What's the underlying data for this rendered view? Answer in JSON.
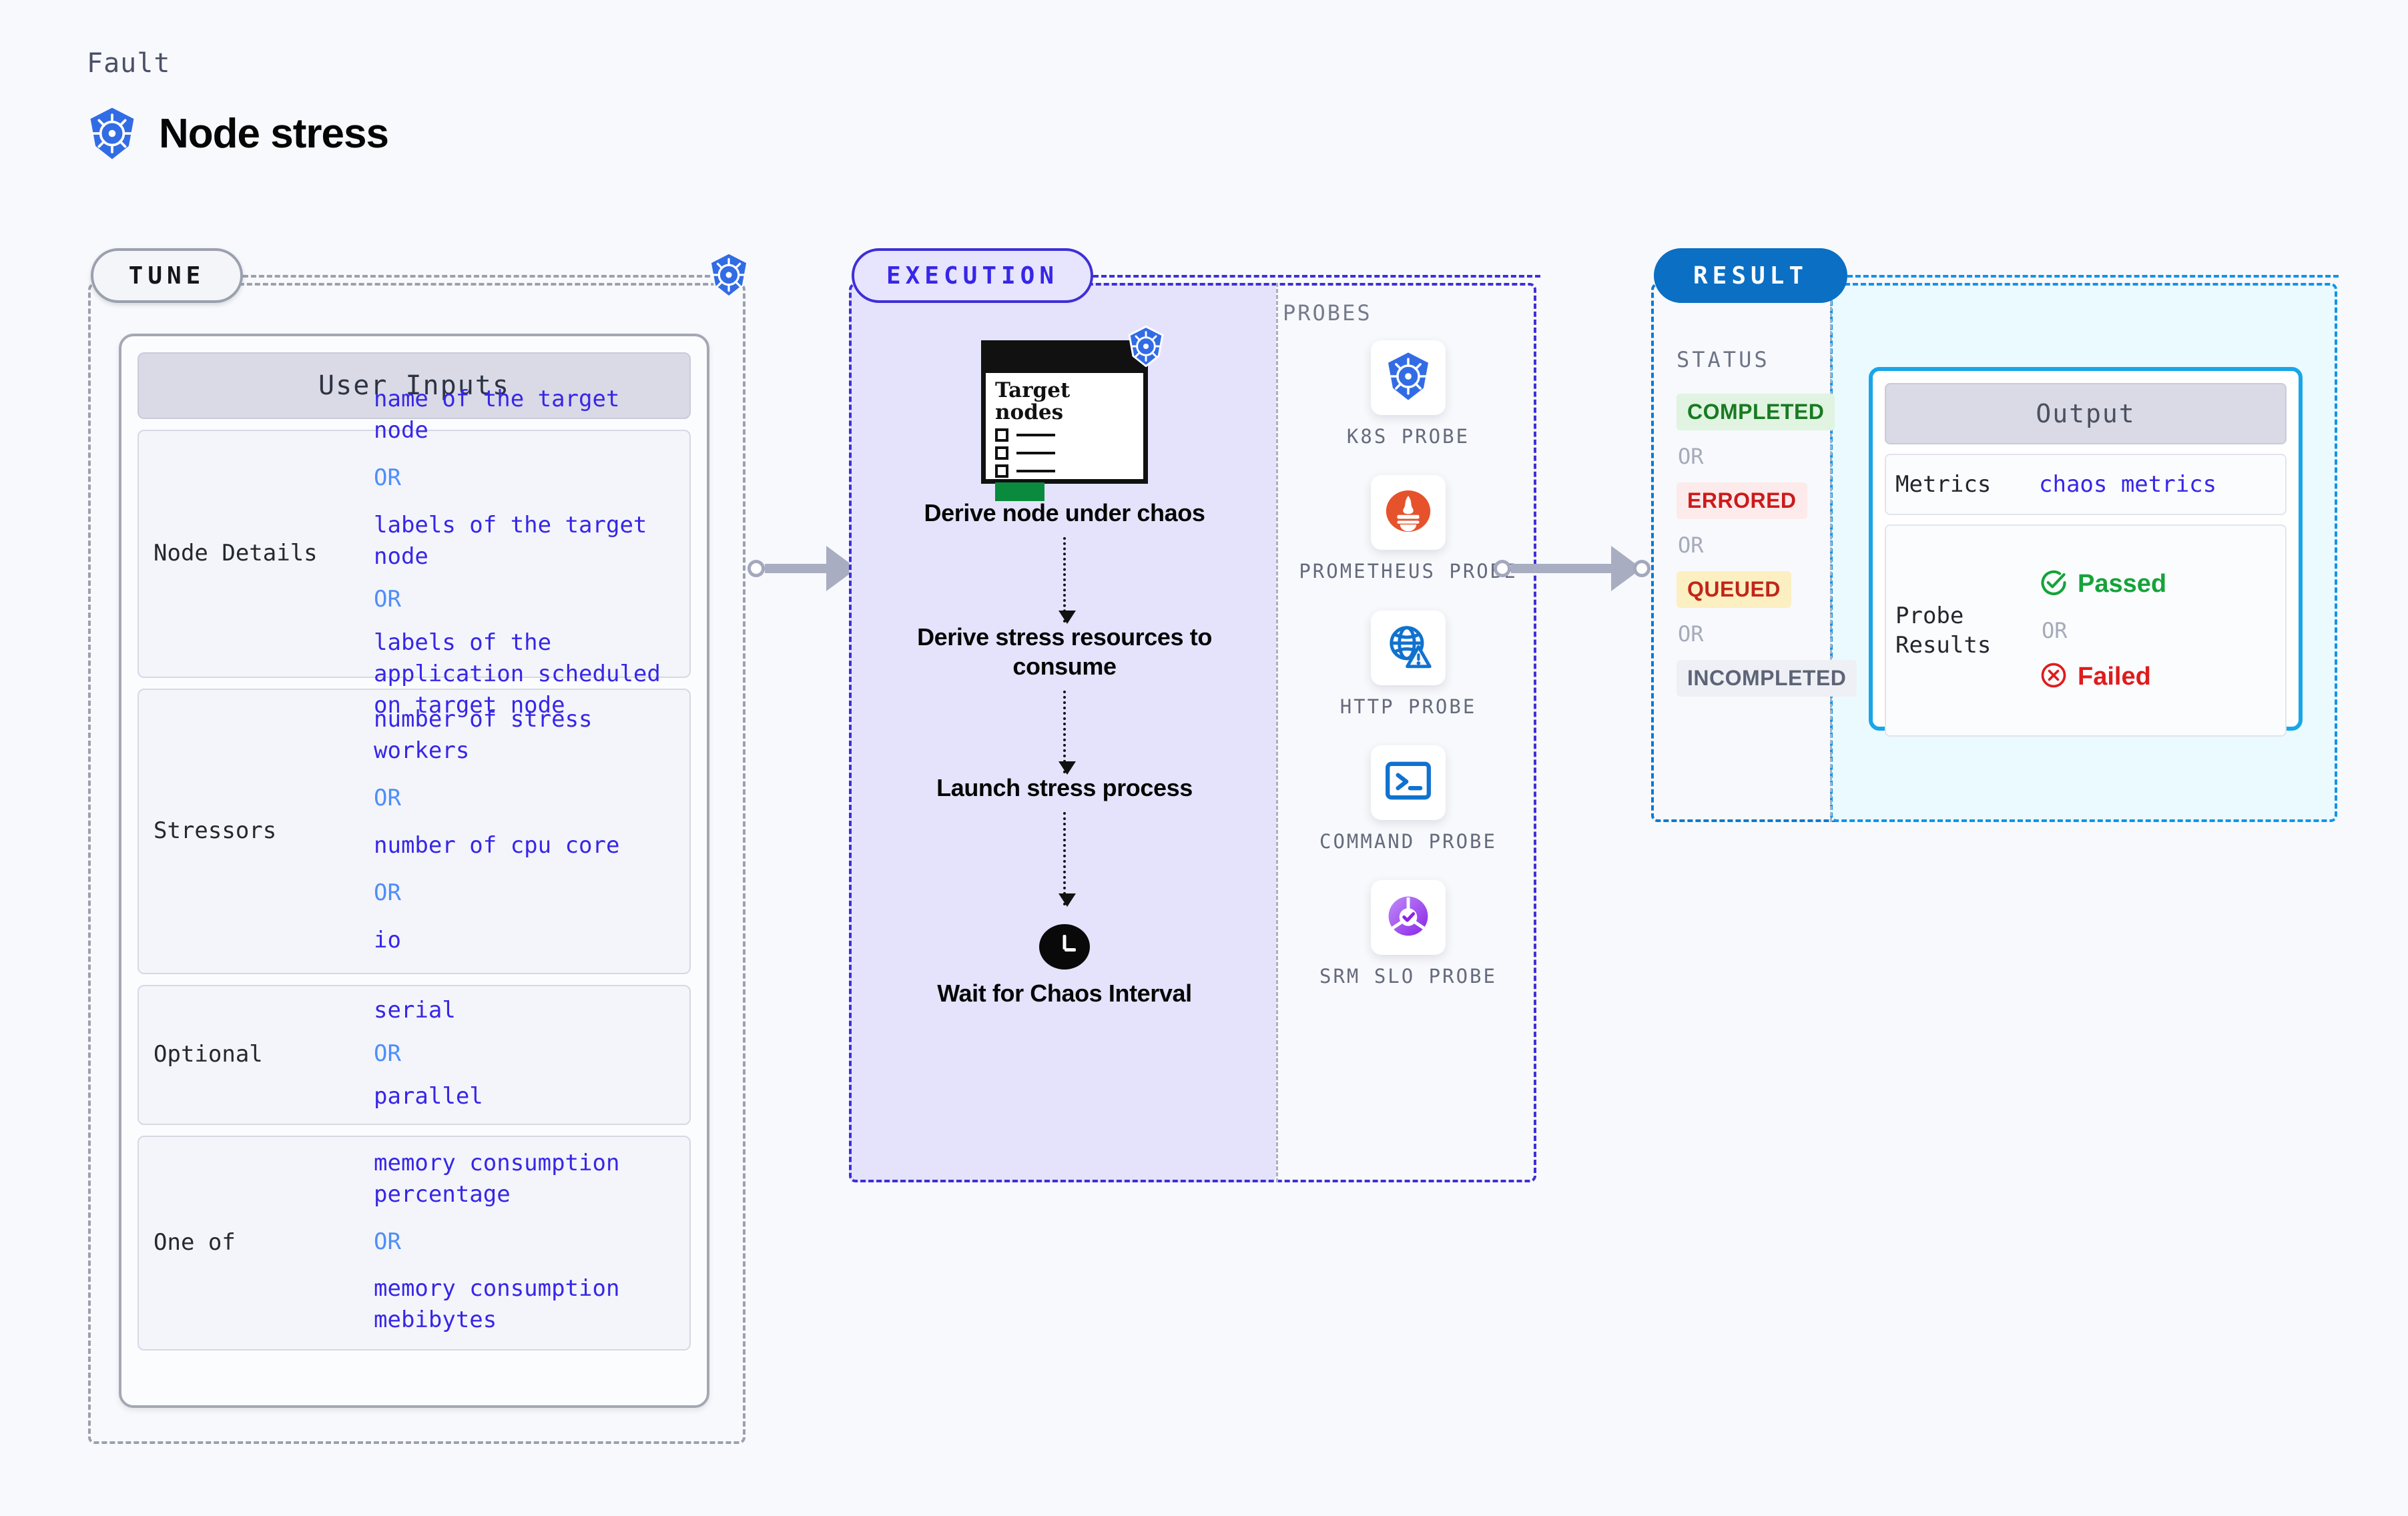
{
  "header": {
    "fault_label": "Fault",
    "title": "Node stress",
    "icon": "kubernetes-icon"
  },
  "tune": {
    "pill_label": "TUNE",
    "corner_icon": "kubernetes-icon",
    "card_header": "User Inputs",
    "or_label": "OR",
    "rows": [
      {
        "key": "Node Details",
        "values": [
          "name of the target node",
          "labels of the target node",
          "labels of the application scheduled on target node"
        ]
      },
      {
        "key": "Stressors",
        "values": [
          "number of stress workers",
          "number of cpu core",
          "io"
        ]
      },
      {
        "key": "Optional",
        "values": [
          "serial",
          "parallel"
        ]
      },
      {
        "key": "One of",
        "values": [
          "memory consumption percentage",
          "memory consumption mebibytes"
        ]
      }
    ]
  },
  "execution": {
    "pill_label": "EXECUTION",
    "target_card": {
      "title_line1": "Target",
      "title_line2": "nodes",
      "icon": "kubernetes-icon"
    },
    "steps": [
      "Derive node under chaos",
      "Derive stress resources to consume",
      "Launch stress process",
      "Wait for Chaos Interval"
    ],
    "clock_icon": "clock-icon",
    "probes_label": "PROBES",
    "probes": [
      {
        "name": "K8S PROBE",
        "icon": "kubernetes-icon"
      },
      {
        "name": "PROMETHEUS PROBE",
        "icon": "prometheus-icon"
      },
      {
        "name": "HTTP PROBE",
        "icon": "globe-warning-icon"
      },
      {
        "name": "COMMAND PROBE",
        "icon": "terminal-icon"
      },
      {
        "name": "SRM SLO PROBE",
        "icon": "slo-donut-check-icon"
      }
    ]
  },
  "result": {
    "pill_label": "RESULT",
    "status_label": "STATUS",
    "or_label": "OR",
    "statuses": [
      {
        "label": "COMPLETED",
        "text_color": "#197a22",
        "bg_color": "#e0f4e1"
      },
      {
        "label": "ERRORED",
        "text_color": "#cb1b1b",
        "bg_color": "#fdeaea"
      },
      {
        "label": "QUEUED",
        "text_color": "#c0261a",
        "bg_color": "#fcefc2"
      },
      {
        "label": "INCOMPLETED",
        "text_color": "#5d6478",
        "bg_color": "#eef0f5"
      }
    ],
    "output": {
      "header": "Output",
      "metrics_key": "Metrics",
      "metrics_value": "chaos metrics",
      "probe_results_key": "Probe Results",
      "passed_label": "Passed",
      "failed_label": "Failed",
      "or_label": "OR",
      "passed_icon": "check-circle-icon",
      "failed_icon": "x-circle-icon",
      "passed_color": "#15a33a",
      "failed_color": "#e01b1b"
    }
  },
  "colors": {
    "tune_border": "#9aa0ae",
    "execution_border": "#3f2fd6",
    "result_border": "#0b79d0",
    "output_border": "#1293e8",
    "accent_blue": "#3726e8",
    "k8s_blue": "#326ce5"
  }
}
